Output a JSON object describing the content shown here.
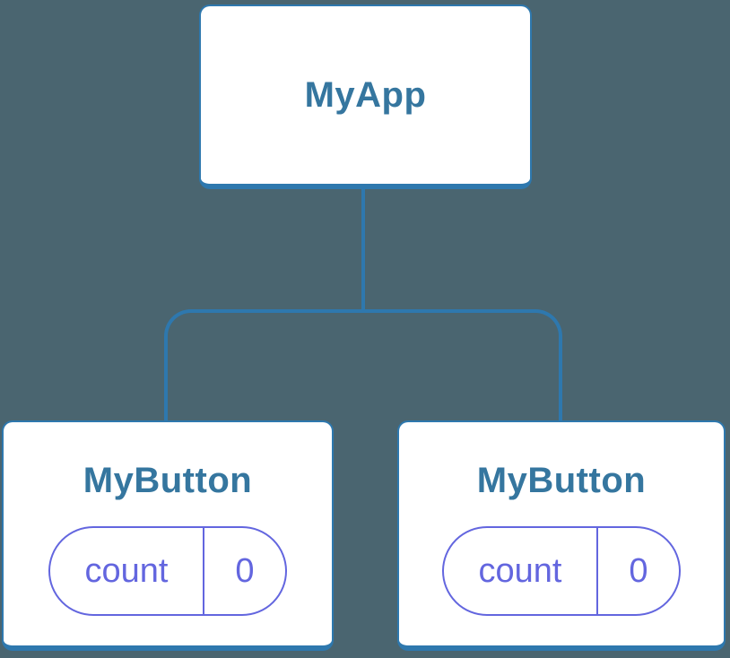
{
  "tree": {
    "root": {
      "label": "MyApp"
    },
    "children": [
      {
        "label": "MyButton",
        "state": {
          "key": "count",
          "value": "0"
        }
      },
      {
        "label": "MyButton",
        "state": {
          "key": "count",
          "value": "0"
        }
      }
    ]
  },
  "colors": {
    "background": "#4A6570",
    "connector_blue": "#2E78AE",
    "component_label": "#35769F",
    "state_purple": "#6366DF",
    "node_background": "#FFFFFF"
  }
}
